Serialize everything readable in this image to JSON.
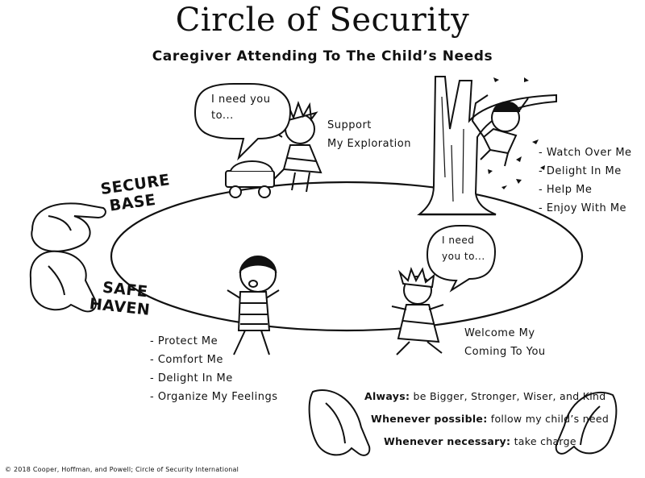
{
  "title": "Circle of Security",
  "subtitle": "Caregiver Attending To The Child’s Needs",
  "secure_base": {
    "line1": "SECURE",
    "line2": "BASE"
  },
  "safe_haven": {
    "line1": "SAFE",
    "line2": "HAVEN"
  },
  "top_speech": "I need you to...",
  "bottom_speech": "I need you to...",
  "support_exploration": {
    "line1": "Support",
    "line2": "My Exploration"
  },
  "top_needs": [
    "Watch Over Me",
    "Delight In Me",
    "Help Me",
    "Enjoy With Me"
  ],
  "welcome": {
    "line1": "Welcome My",
    "line2": "Coming To You"
  },
  "bottom_needs": [
    "Protect Me",
    "Comfort Me",
    "Delight In Me",
    "Organize My Feelings"
  ],
  "rules": [
    {
      "label": "Always:",
      "text": "be Bigger, Stronger, Wiser, and Kind"
    },
    {
      "label": "Whenever possible:",
      "text": "follow my child’s need"
    },
    {
      "label": "Whenever necessary:",
      "text": "take charge"
    }
  ],
  "copyright": "© 2018 Cooper, Hoffman, and Powell; Circle of Security International",
  "colors": {
    "ink": "#111111",
    "paper": "#ffffff"
  }
}
